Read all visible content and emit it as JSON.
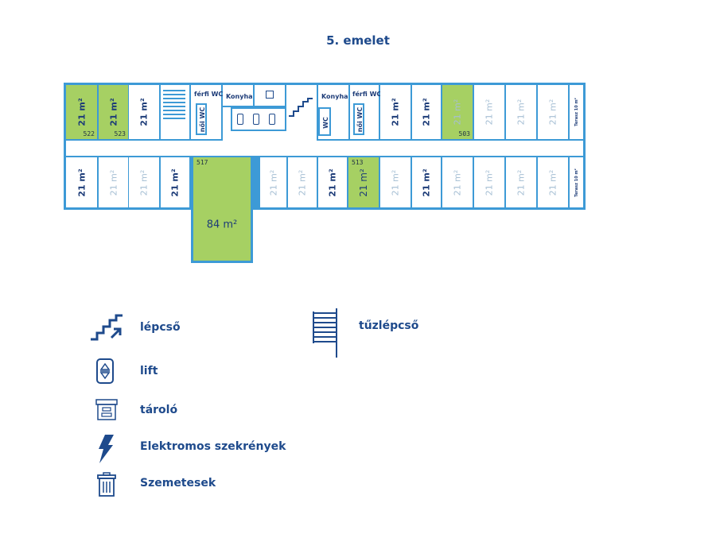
{
  "title": "5. emelet",
  "rooms_top": [
    {
      "label": "21 m²",
      "number": "522",
      "style": "bold",
      "highlighted": true
    },
    {
      "label": "21 m²",
      "number": "523",
      "style": "bold",
      "highlighted": true
    },
    {
      "label": "21 m²",
      "style": "bold"
    },
    {
      "label": "21 m²",
      "style": "bold"
    },
    {
      "label": "21 m²",
      "style": "bold"
    },
    {
      "label": "21 m²",
      "number": "503",
      "style": "faded",
      "highlighted": true
    },
    {
      "label": "21 m²",
      "style": "faded"
    },
    {
      "label": "21 m²",
      "style": "faded"
    },
    {
      "label": "21 m²",
      "style": "faded"
    },
    {
      "label": "Terasz 10 m²",
      "style": "tiny"
    }
  ],
  "rooms_bottom": [
    {
      "label": "21 m²",
      "style": "bold"
    },
    {
      "label": "21 m²",
      "style": "faded"
    },
    {
      "label": "21 m²",
      "style": "faded"
    },
    {
      "label": "21 m²",
      "style": "bold"
    },
    {
      "label": "84 m²",
      "number": "517",
      "style": "horiz",
      "highlighted": true
    },
    {
      "label": "21 m²",
      "style": "faded"
    },
    {
      "label": "21 m²",
      "style": "faded"
    },
    {
      "label": "21 m²",
      "style": "bold"
    },
    {
      "label": "21 m²",
      "number": "513",
      "style": "plain",
      "highlighted": true
    },
    {
      "label": "21 m²",
      "style": "faded"
    },
    {
      "label": "21 m²",
      "style": "bold"
    },
    {
      "label": "21 m²",
      "style": "faded"
    },
    {
      "label": "21 m²",
      "style": "faded"
    },
    {
      "label": "21 m²",
      "style": "faded"
    },
    {
      "label": "21 m²",
      "style": "faded"
    },
    {
      "label": "Terasz 10 m²",
      "style": "tiny"
    }
  ],
  "services": {
    "ferfi_wc_1": "férfi WC",
    "noi_wc_1": "női WC",
    "konyha_1": "Konyha",
    "konyha_2": "Konyha",
    "wc_accessible": "WC",
    "ferfi_wc_2": "férfi WC",
    "noi_wc_2": "női WC"
  },
  "legend": {
    "stairs": "lépcső",
    "fire_stairs": "tűzlépcső",
    "lift": "lift",
    "storage": "tároló",
    "electric": "Elektromos szekrények",
    "trash": "Szemetesek"
  },
  "colors": {
    "wall": "#3d9ad6",
    "highlight": "#a6d063",
    "text": "#1e4a8c"
  }
}
